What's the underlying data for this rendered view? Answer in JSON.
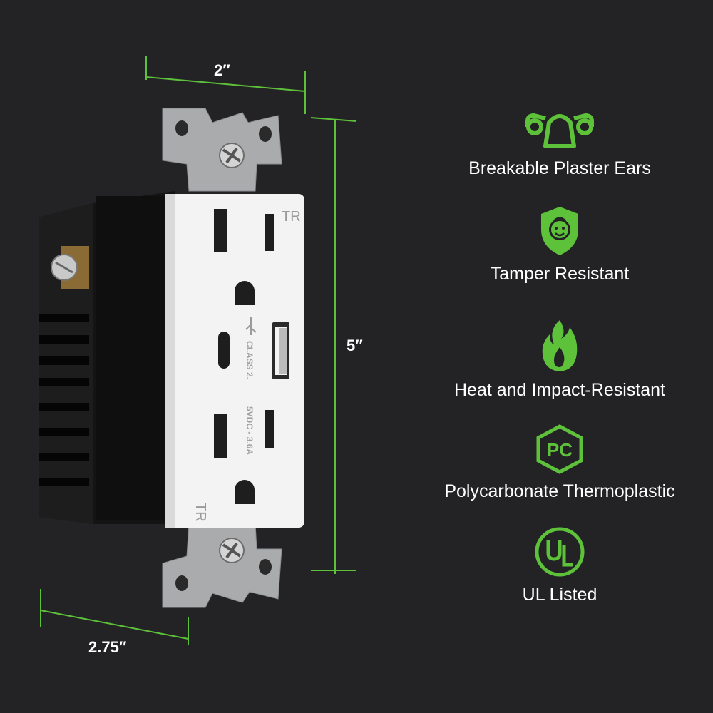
{
  "colors": {
    "background": "#232326",
    "accent": "#5ec13a",
    "dimension_line": "#5ec13a",
    "receptacle_face": "#f3f3f3",
    "housing": "#1a1a1a",
    "strap": "#a9abad"
  },
  "dimensions": {
    "width": "2″",
    "height": "5″",
    "depth": "2.75″"
  },
  "receptacle": {
    "marking_tr_top": "TR",
    "marking_tr_bottom": "TR",
    "usb_text_1": "CLASS 2.",
    "usb_text_2": "5VDC - 3.6A"
  },
  "features": [
    {
      "icon": "plaster-ears-icon",
      "label": "Breakable Plaster Ears"
    },
    {
      "icon": "child-shield-icon",
      "label": "Tamper Resistant"
    },
    {
      "icon": "flame-icon",
      "label": "Heat and Impact-Resistant"
    },
    {
      "icon": "pc-hexagon-icon",
      "label": "Polycarbonate Thermoplastic"
    },
    {
      "icon": "ul-listed-icon",
      "label": "UL Listed"
    }
  ]
}
